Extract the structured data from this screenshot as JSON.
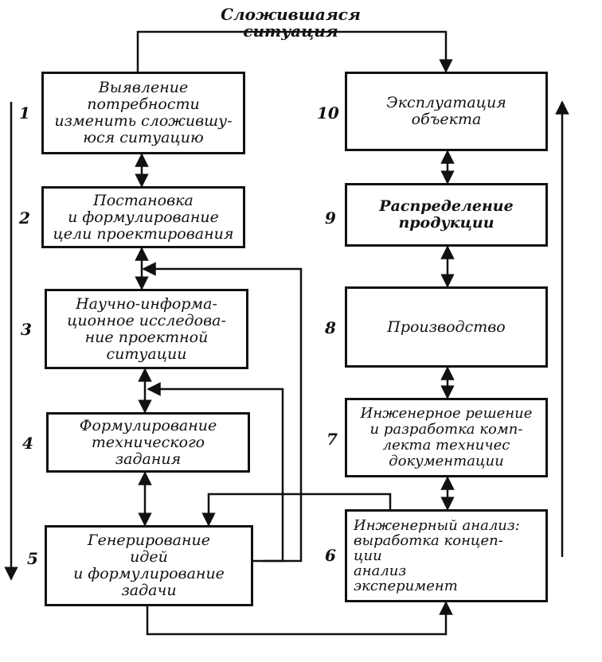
{
  "title": "Сложившаяся\nситуация",
  "steps": [
    {
      "num": "1",
      "text": "Выявление\nпотребности\nизменить сложившу-\nюся  ситуацию"
    },
    {
      "num": "2",
      "text": "Постановка\nи формулирование\nцели проектирования"
    },
    {
      "num": "3",
      "text": "Научно-информа-\nционное исследова-\nние проектной\nситуации"
    },
    {
      "num": "4",
      "text": "Формулирование\nтехнического\nзадания"
    },
    {
      "num": "5",
      "text": "Генерирование\nидей\nи формулирование\nзадачи"
    },
    {
      "num": "6",
      "text": "Инженерный анализ:\nвыработка концеп-\nции\nанализ\nэксперимент"
    },
    {
      "num": "7",
      "text": "Инженерное решение\nи разработка комп-\nлекта техничес\nдокументации"
    },
    {
      "num": "8",
      "text": "Производство"
    },
    {
      "num": "9",
      "text": "Распределение\nпродукции"
    },
    {
      "num": "10",
      "text": "Эксплуатация\nобъекта"
    }
  ],
  "colors": {
    "ink": "#111111",
    "paper": "#ffffff"
  }
}
